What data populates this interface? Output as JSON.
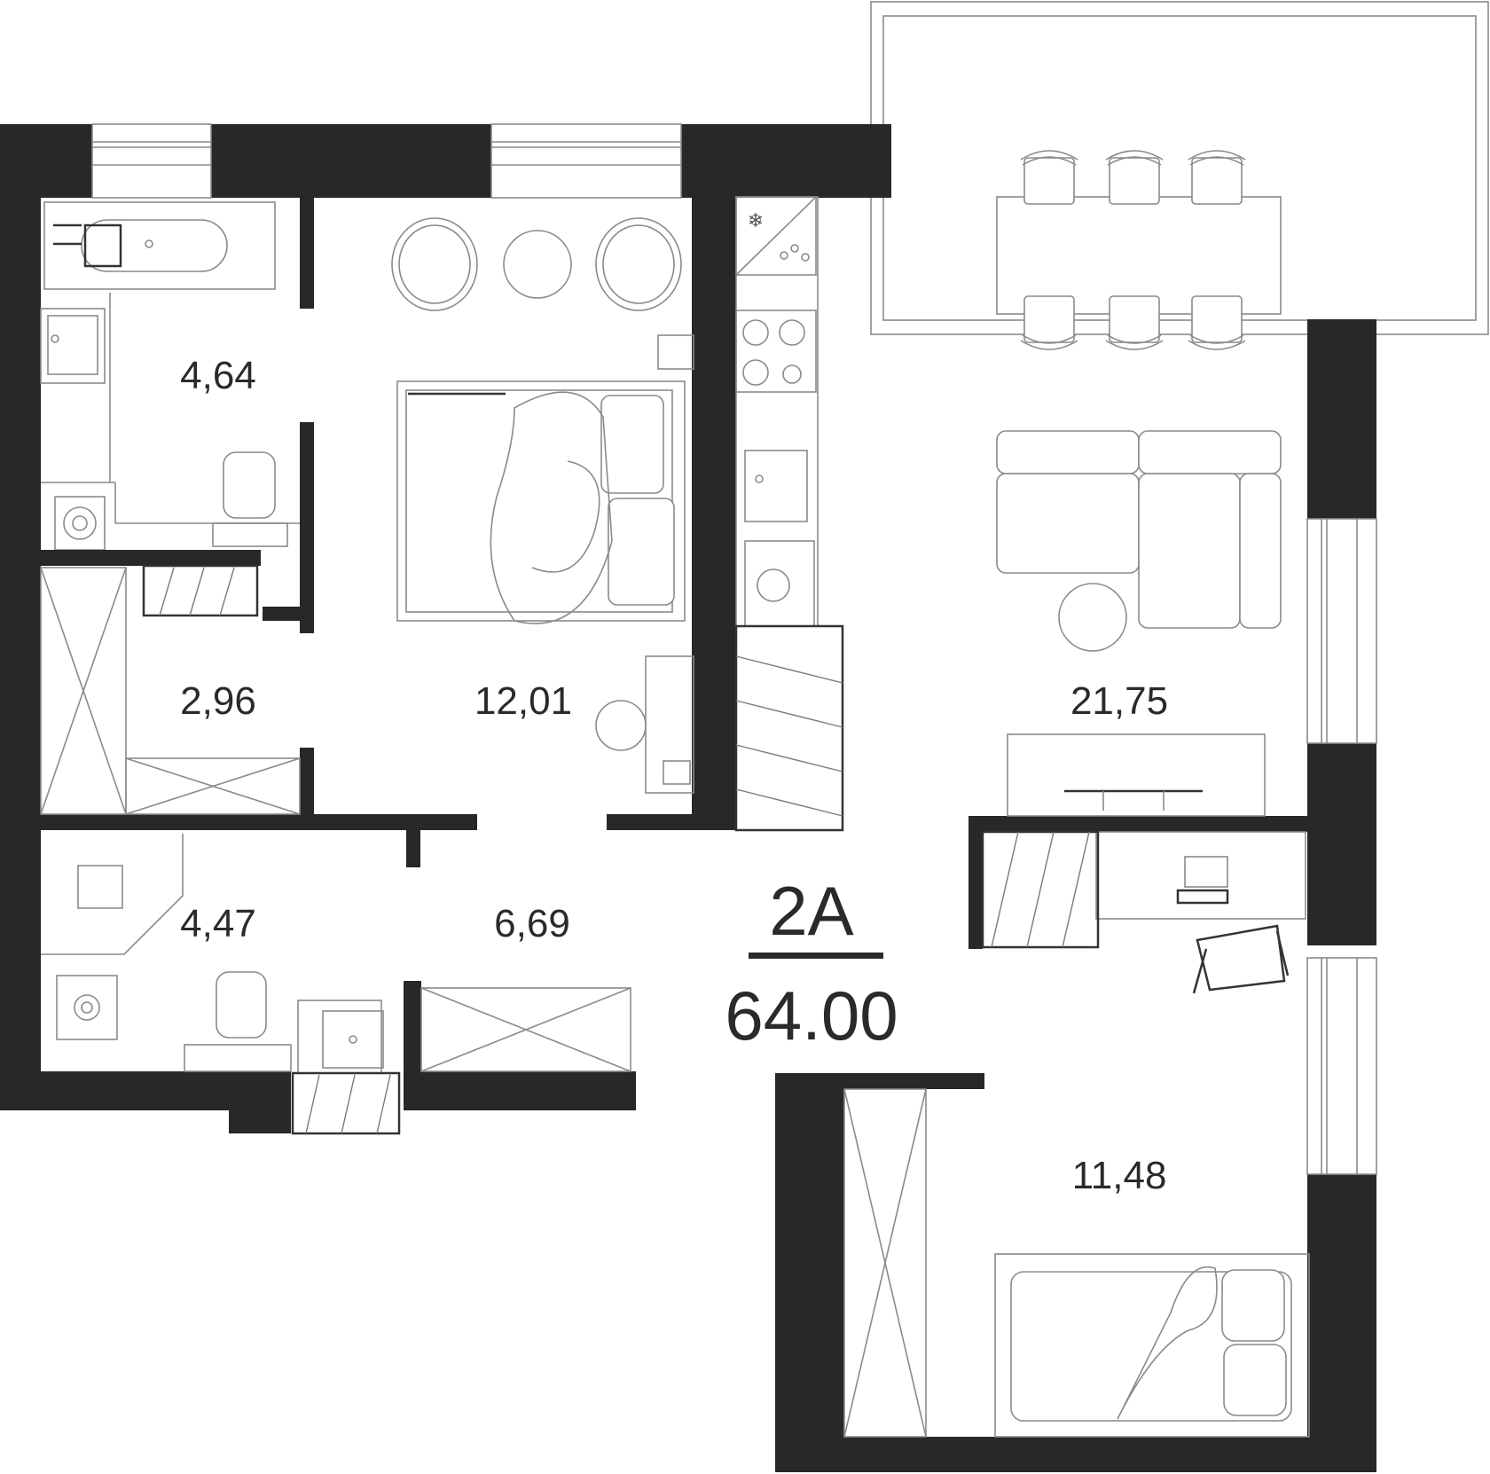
{
  "apartment": {
    "type": "2A",
    "total_area": "64.00"
  },
  "rooms": [
    {
      "id": "bathroom",
      "area": "4,64"
    },
    {
      "id": "storage",
      "area": "2,96"
    },
    {
      "id": "bedroom",
      "area": "12,01"
    },
    {
      "id": "washroom",
      "area": "4,47"
    },
    {
      "id": "hall",
      "area": "6,69"
    },
    {
      "id": "kitchen-living",
      "area": "21,75"
    },
    {
      "id": "second-bedroom",
      "area": "11,48"
    }
  ],
  "icons": [
    "bathtub-icon",
    "sink-icon",
    "toilet-icon",
    "washing-machine-icon",
    "bed-icon",
    "armchair-icon",
    "dining-table-icon",
    "sofa-icon",
    "stove-icon",
    "fridge-icon",
    "desk-icon",
    "office-chair-icon",
    "wardrobe-icon",
    "tv-icon"
  ],
  "colors": {
    "wall": "#282828",
    "line": "#8a8a8a",
    "text": "#2a2a2a"
  }
}
